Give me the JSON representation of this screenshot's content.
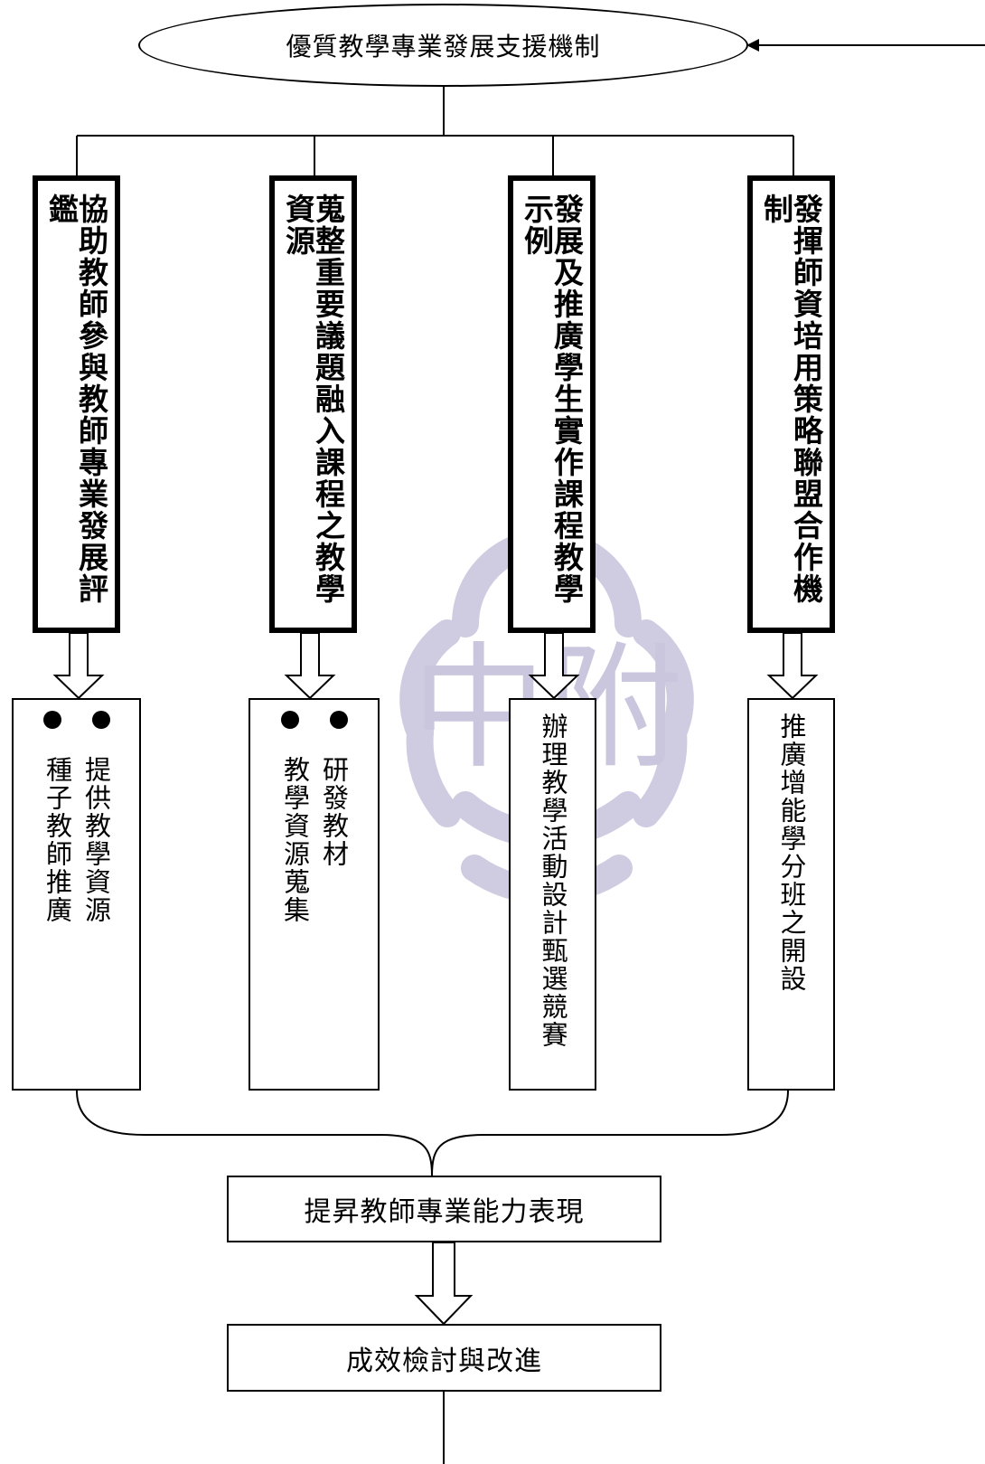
{
  "mechanism": {
    "title": "優質教學專業發展支援機制"
  },
  "strategies": [
    {
      "title": "協助教師參與教師專業發展評鑑",
      "details": [
        "提供教學資源",
        "種子教師推廣"
      ],
      "bulleted": true
    },
    {
      "title": "蒐整重要議題融入課程之教學資源",
      "details": [
        "研發教材",
        "教學資源蒐集"
      ],
      "bulleted": true
    },
    {
      "title": "發展及推廣學生實作課程教學示例",
      "details": [
        "辦理教學活動設計甄選競賽"
      ],
      "bulleted": false
    },
    {
      "title": "發揮師資培用策略聯盟合作機制",
      "details": [
        "推廣增能學分班之開設"
      ],
      "bulleted": false
    }
  ],
  "outcome": {
    "label": "提昇教師專業能力表現"
  },
  "review": {
    "label": "成效檢討與改進"
  },
  "watermark": {
    "text": "中附",
    "color": "#c9c6dd"
  }
}
